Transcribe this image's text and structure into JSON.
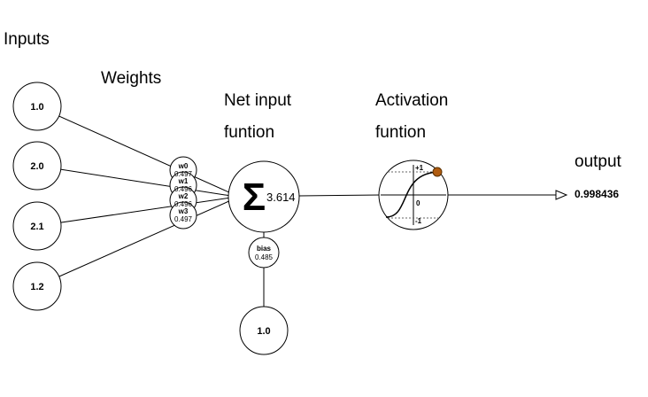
{
  "labels": {
    "inputs": "Inputs",
    "weights": "Weights",
    "net_input_1": "Net input",
    "net_input_2": "funtion",
    "activation_1": "Activation",
    "activation_2": "funtion",
    "output": "output"
  },
  "inputs": [
    "1.0",
    "2.0",
    "2.1",
    "1.2"
  ],
  "weights": [
    {
      "name": "w0",
      "value": "0.497"
    },
    {
      "name": "w1",
      "value": "0.496"
    },
    {
      "name": "w2",
      "value": "0.496"
    },
    {
      "name": "w3",
      "value": "0.497"
    }
  ],
  "summation": {
    "symbol": "Σ",
    "value": "3.614"
  },
  "bias": {
    "label": "bias",
    "value": "0.485",
    "input_value": "1.0"
  },
  "activation_plot": {
    "y_max": "+1",
    "y_zero": "0",
    "y_min": "-1",
    "marker_color": "#b05c10"
  },
  "output_value": "0.998436",
  "colors": {
    "stroke": "#000000",
    "node_fill": "#ffffff",
    "dotted": "#666666"
  }
}
